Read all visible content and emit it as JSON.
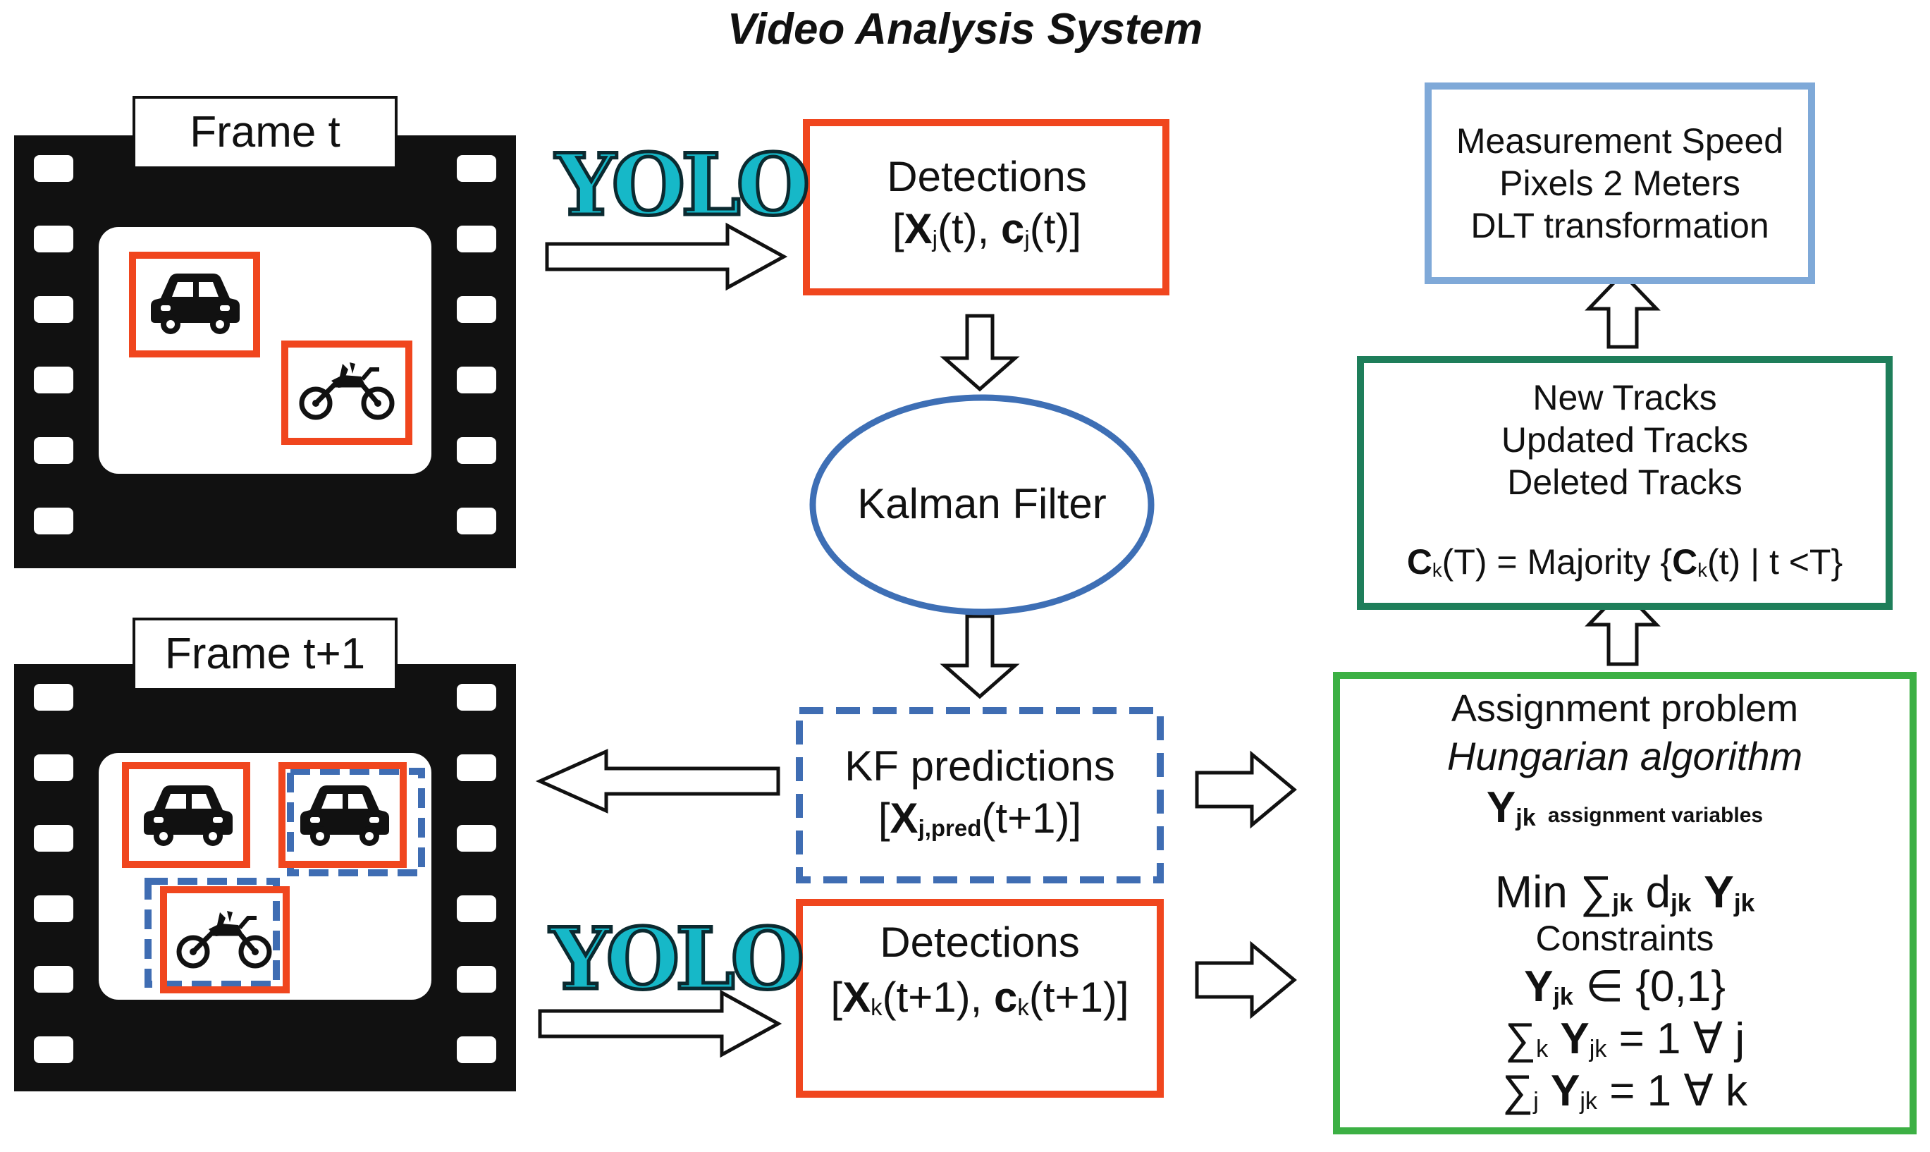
{
  "title": "Video Analysis System",
  "frames": [
    {
      "label": "Frame t"
    },
    {
      "label": "Frame t+1"
    }
  ],
  "yolo_logo_text": "YOLO",
  "detections_t": {
    "title": "Detections",
    "formula": "[Xj(t), cj(t)]"
  },
  "kalman": {
    "label": "Kalman Filter"
  },
  "kf_predictions": {
    "title": "KF predictions",
    "formula": "[Xj,pred(t+1)]"
  },
  "detections_t1": {
    "title": "Detections",
    "formula": "[Xk(t+1), ck(t+1)]"
  },
  "measurement": {
    "lines": [
      "Measurement Speed",
      "Pixels 2 Meters",
      "DLT transformation"
    ]
  },
  "tracks": {
    "lines": [
      "New Tracks",
      "Updated Tracks",
      "Deleted Tracks"
    ],
    "majority": "Ck(T) = Majority {Ck(t) | t <T}"
  },
  "assignment": {
    "title": "Assignment problem",
    "method": "Hungarian algorithm",
    "var_symbol": "Yjk",
    "var_desc": "assignment variables",
    "objective": "Min ∑jk djk Yjk",
    "constraints_label": "Constraints",
    "c1": "Yjk ∈ {0,1}",
    "c2": "∑k Yjk = 1 ∀ j",
    "c3": "∑j Yjk = 1 ∀ k"
  },
  "colors": {
    "detection_box": "#f0461e",
    "kalman": "#3e6fb5",
    "kf_dashed": "#3f6db3",
    "measurement": "#7fa9d8",
    "tracks": "#1e7e5a",
    "assignment": "#3cb044"
  }
}
